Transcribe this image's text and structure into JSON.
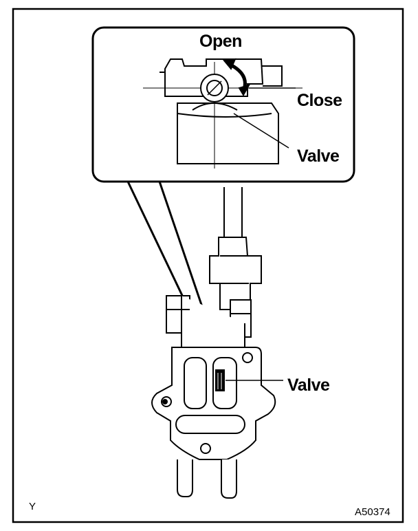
{
  "labels": {
    "open": "Open",
    "close": "Close",
    "valve_inset": "Valve",
    "valve_main": "Valve"
  },
  "corner_left": "Y",
  "figure_code": "A50374"
}
